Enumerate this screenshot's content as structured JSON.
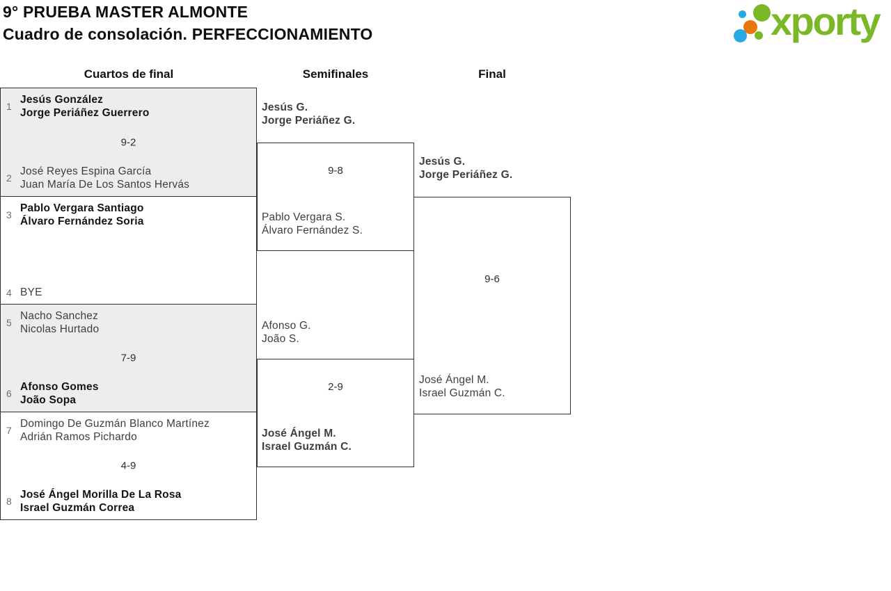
{
  "header": {
    "title_line1": "9° PRUEBA MASTER ALMONTE",
    "title_line2": "Cuadro de consolación. PERFECCIONAMIENTO"
  },
  "logo": {
    "wordmark": "xporty",
    "colors": {
      "green": "#7AB828",
      "blue": "#29A9E1",
      "orange": "#E8780D"
    }
  },
  "rounds": {
    "labels": [
      "Cuartos de final",
      "Semifinales",
      "Final"
    ]
  },
  "quarterfinals": [
    {
      "seed_top": "1",
      "team_top": [
        "Jesús González",
        "Jorge Periáñez Guerrero"
      ],
      "score": "9-2",
      "seed_bottom": "2",
      "team_bottom": [
        "José Reyes Espina García",
        "Juan María De Los Santos Hervás"
      ],
      "winner": "top"
    },
    {
      "seed_top": "3",
      "team_top": [
        "Pablo Vergara Santiago",
        "Álvaro Fernández Soria"
      ],
      "seed_bottom": "4",
      "team_bottom": [
        "BYE"
      ],
      "winner": "top"
    },
    {
      "seed_top": "5",
      "team_top": [
        "Nacho Sanchez",
        "Nicolas Hurtado"
      ],
      "score": "7-9",
      "seed_bottom": "6",
      "team_bottom": [
        "Afonso Gomes",
        "João Sopa"
      ],
      "winner": "bottom"
    },
    {
      "seed_top": "7",
      "team_top": [
        "Domingo De Guzmán Blanco Martínez",
        "Adrián Ramos Pichardo"
      ],
      "score": "4-9",
      "seed_bottom": "8",
      "team_bottom": [
        "José Ángel Morilla De La Rosa",
        "Israel Guzmán Correa"
      ],
      "winner": "bottom"
    }
  ],
  "semifinals": [
    {
      "team_top": [
        "Jesús G.",
        "Jorge Periáñez G."
      ],
      "score": "9-8",
      "team_bottom": [
        "Pablo Vergara S.",
        "Álvaro Fernández S."
      ],
      "winner": "top"
    },
    {
      "team_top": [
        "Afonso G.",
        "João S."
      ],
      "score": "2-9",
      "team_bottom": [
        "José Ángel M.",
        "Israel Guzmán C."
      ],
      "winner": "bottom"
    }
  ],
  "final": {
    "team_top": [
      "Jesús G.",
      "Jorge Periáñez G."
    ],
    "score": "9-6",
    "team_bottom": [
      "José Ángel M.",
      "Israel Guzmán C."
    ],
    "winner": "top"
  }
}
